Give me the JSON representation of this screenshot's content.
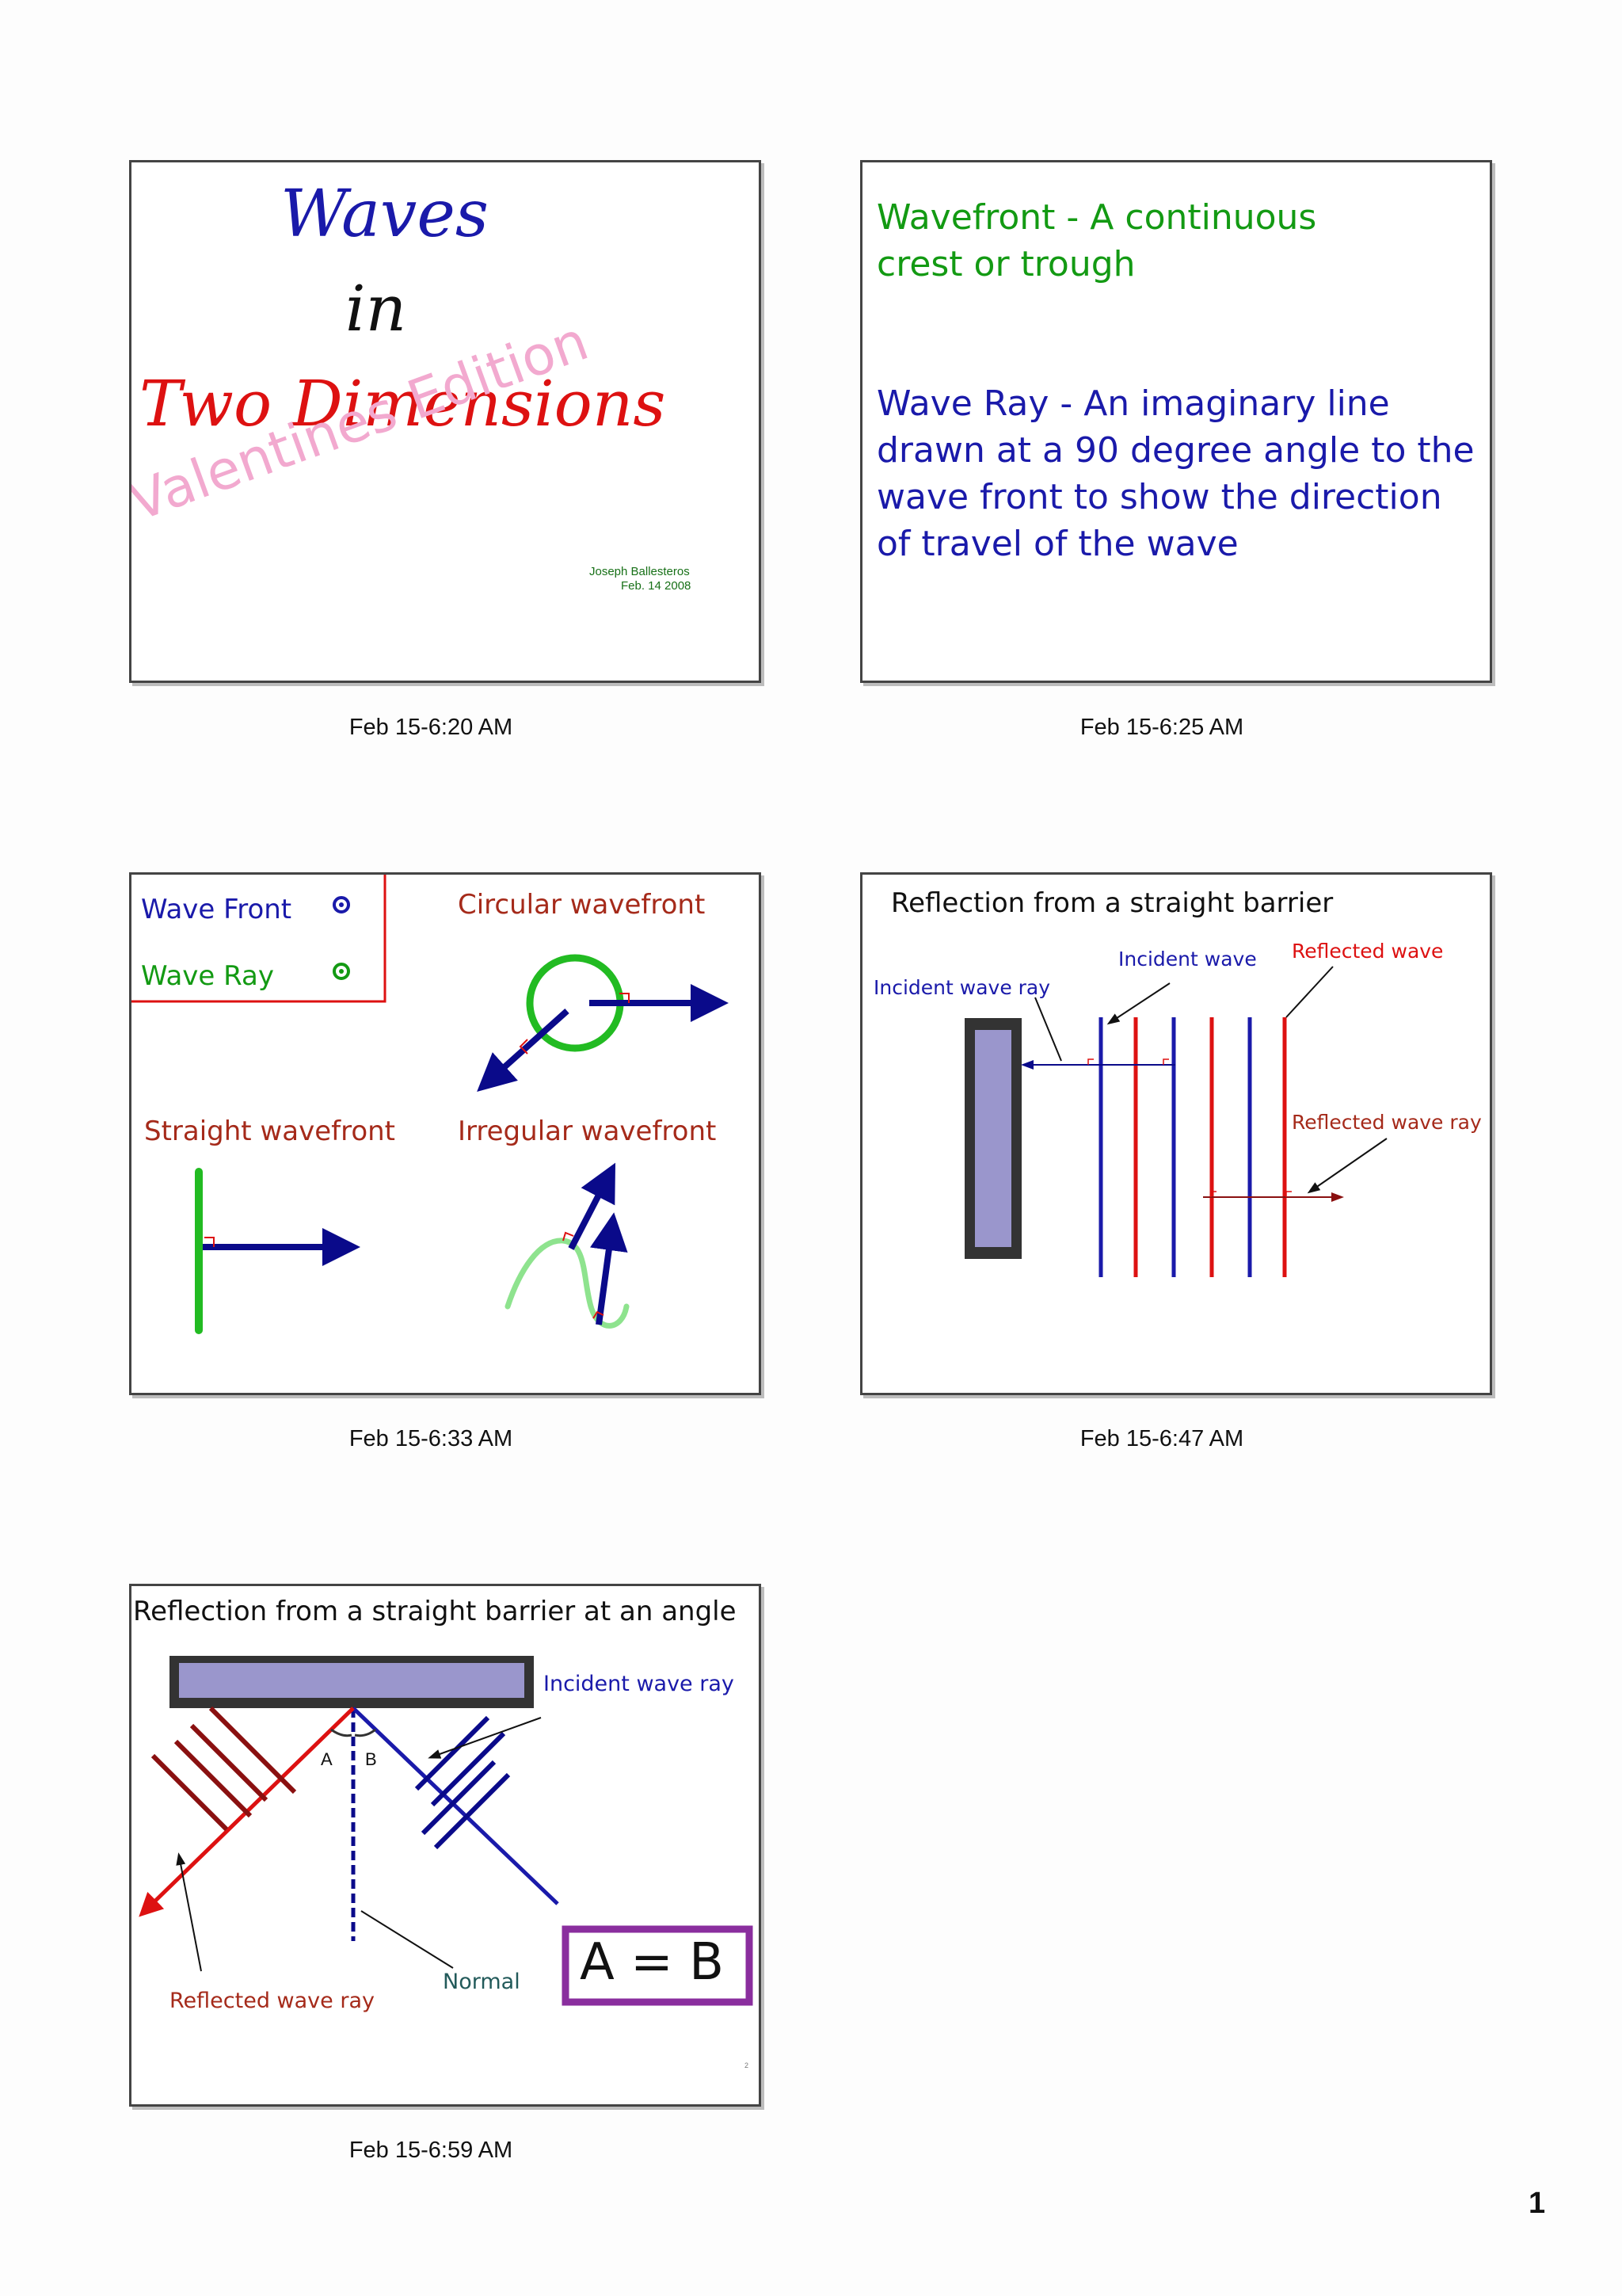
{
  "slide1": {
    "title_line1": "Waves",
    "title_line2": "in",
    "title_line3": "Two Dimensions",
    "watermark": "Valentines Edition",
    "author": "Joseph Ballesteros",
    "date": "Feb. 14 2008",
    "caption": "Feb 15-6:20 AM"
  },
  "slide2": {
    "definition1": "Wavefront - A continuous crest or trough",
    "definition2": "Wave Ray - An imaginary line drawn at a 90 degree angle to the wave front to show the direction of travel of the wave",
    "caption": "Feb 15-6:25 AM"
  },
  "slide3": {
    "legend_wave_front": "Wave Front",
    "legend_wave_ray": "Wave Ray",
    "circular_label": "Circular wavefront",
    "straight_label": "Straight wavefront",
    "irregular_label": "Irregular wavefront",
    "caption": "Feb 15-6:33 AM"
  },
  "slide4": {
    "title": "Reflection from a straight barrier",
    "incident_wave_ray": "Incident wave ray",
    "incident_wave": "Incident wave",
    "reflected_wave": "Reflected wave",
    "reflected_wave_ray": "Reflected wave ray",
    "caption": "Feb 15-6:47 AM"
  },
  "slide5": {
    "title": "Reflection from a straight barrier at an angle",
    "incident_wave_ray": "Incident wave ray",
    "angle_a": "A",
    "angle_b": "B",
    "equation": "A = B",
    "normal": "Normal",
    "reflected_wave_ray": "Reflected wave ray",
    "corner_mark": "2",
    "caption": "Feb 15-6:59 AM"
  },
  "page_number": "1",
  "colors": {
    "blue": "#1a1aaa",
    "green": "#139a13",
    "red": "#dd1111",
    "navy": "#0a0a8a",
    "dark_red": "#8a1010",
    "magenta": "#8a2e9e",
    "barrier_fill": "#9a96cc"
  }
}
